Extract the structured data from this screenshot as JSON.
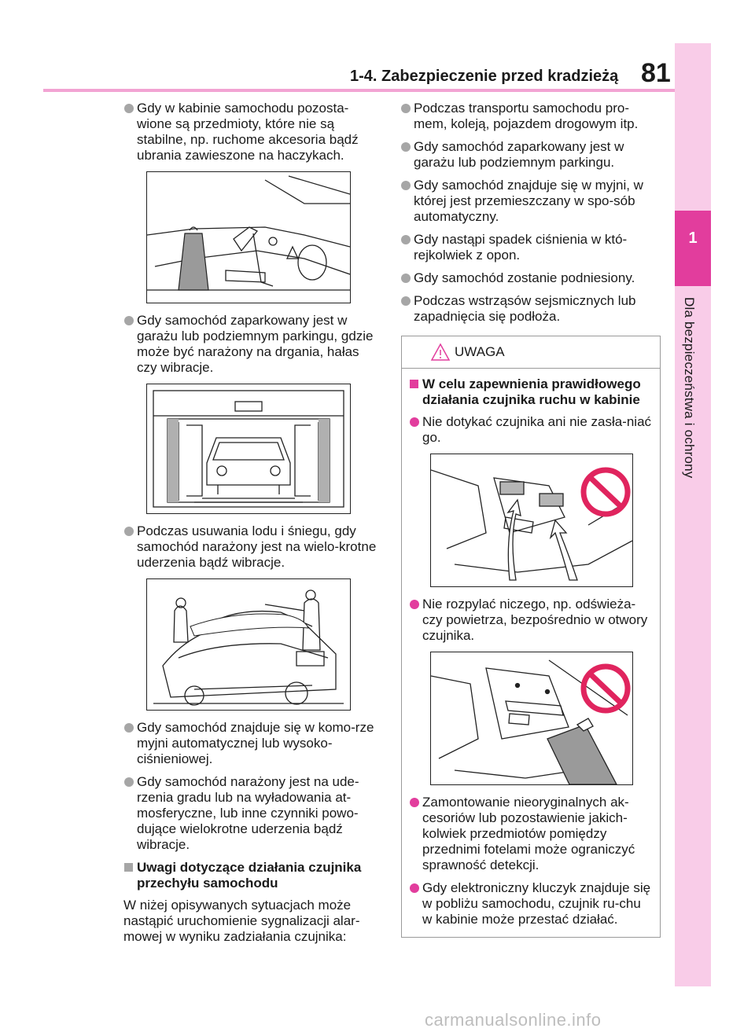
{
  "header": {
    "section_title": "1-4. Zabezpieczenie przed kradzieżą",
    "page_number": "81"
  },
  "side_tab": {
    "chapter_number": "1",
    "chapter_title": "Dla bezpieczeństwa i ochrony"
  },
  "left_column": {
    "bullet_1": "Gdy w kabinie samochodu pozosta-wione są przedmioty, które nie są stabilne, np. ruchome akcesoria bądź ubrania zawieszone na haczykach.",
    "bullet_2": "Gdy samochód zaparkowany jest w garażu lub podziemnym parkingu, gdzie może być narażony na drgania, hałas czy wibracje.",
    "bullet_3": "Podczas usuwania lodu i śniegu, gdy samochód narażony jest na wielo-krotne uderzenia bądź wibracje.",
    "bullet_4": "Gdy samochód znajduje się w komo-rze myjni automatycznej lub wysoko-ciśnieniowej.",
    "bullet_5": "Gdy samochód narażony jest na ude-rzenia gradu lub na wyładowania at-mosferyczne, lub inne czynniki powo-dujące wielokrotne uderzenia bądź wibracje.",
    "subheading": "Uwagi dotyczące działania czujnika przechyłu samochodu",
    "paragraph": "W niżej opisywanych sytuacjach może nastąpić uruchomienie sygnalizacji alar-mowej w wyniku zadziałania czujnika:"
  },
  "right_column": {
    "bullets": [
      "Podczas transportu samochodu pro-mem, koleją, pojazdem drogowym itp.",
      "Gdy samochód zaparkowany jest w garażu lub podziemnym parkingu.",
      "Gdy samochód znajduje się w myjni, w której jest przemieszczany w spo-sób automatyczny.",
      "Gdy nastąpi spadek ciśnienia w któ-rejkolwiek z opon.",
      "Gdy samochód zostanie podniesiony.",
      "Podczas wstrząsów sejsmicznych lub zapadnięcia się podłoża."
    ]
  },
  "warning": {
    "label": "UWAGA",
    "heading": "W celu zapewnienia prawidłowego działania czujnika ruchu w kabinie",
    "bullet_1": "Nie dotykać czujnika ani nie zasła-niać go.",
    "bullet_2": "Nie rozpylać niczego, np. odświeża-czy powietrza, bezpośrednio w otwory czujnika.",
    "bullet_3": "Zamontowanie nieoryginalnych ak-cesoriów lub pozostawienie jakich-kolwiek przedmiotów pomiędzy przednimi fotelami może ograniczyć sprawność detekcji.",
    "bullet_4": "Gdy elektroniczny kluczyk znajduje się w pobliżu samochodu, czujnik ru-chu w kabinie może przestać działać."
  },
  "watermark": "carmanualsonline.info",
  "colors": {
    "accent": "#e23d9d",
    "tab_light": "#f9cce8",
    "rule": "#f2a3d3",
    "bullet_grey": "#a6a6a6",
    "prohibit_red": "#e0245e"
  }
}
